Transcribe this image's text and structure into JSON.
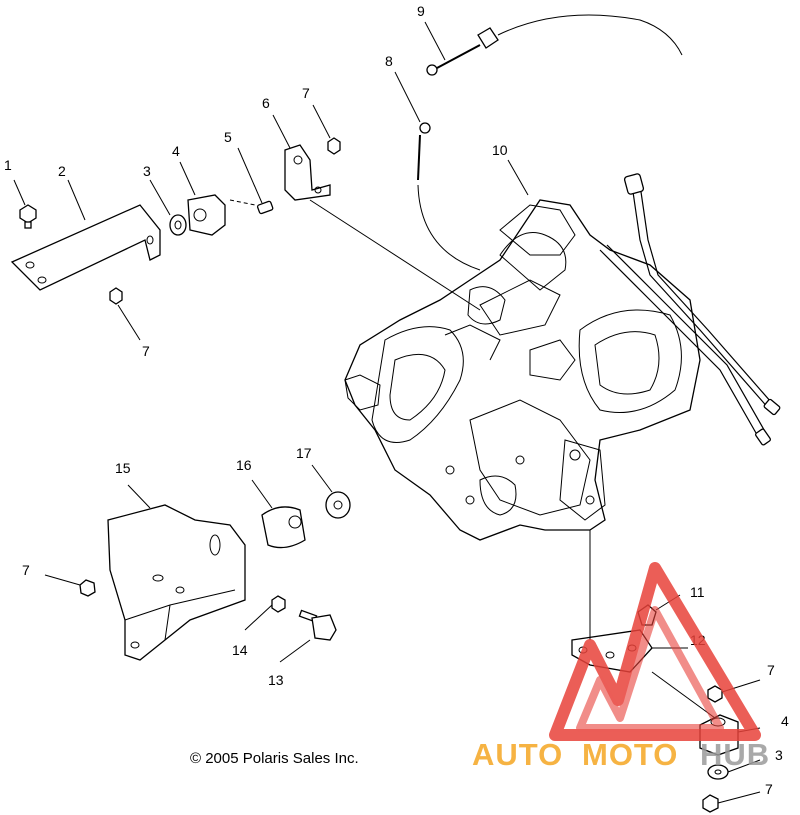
{
  "diagram": {
    "copyright": "© 2005 Polaris Sales Inc.",
    "callouts": [
      "1",
      "2",
      "3",
      "4",
      "5",
      "6",
      "7",
      "7",
      "8",
      "9",
      "10",
      "15",
      "16",
      "17",
      "7",
      "14",
      "13",
      "11",
      "12",
      "7",
      "4",
      "3",
      "7"
    ]
  },
  "watermark": {
    "text_auto": "AUTO",
    "text_moto": "MOTO",
    "text_hub": "HUB",
    "colors": {
      "triangle": "#e8423a",
      "auto": "#f5a623",
      "moto": "#f5a623",
      "hub": "#9b9b9b"
    }
  }
}
